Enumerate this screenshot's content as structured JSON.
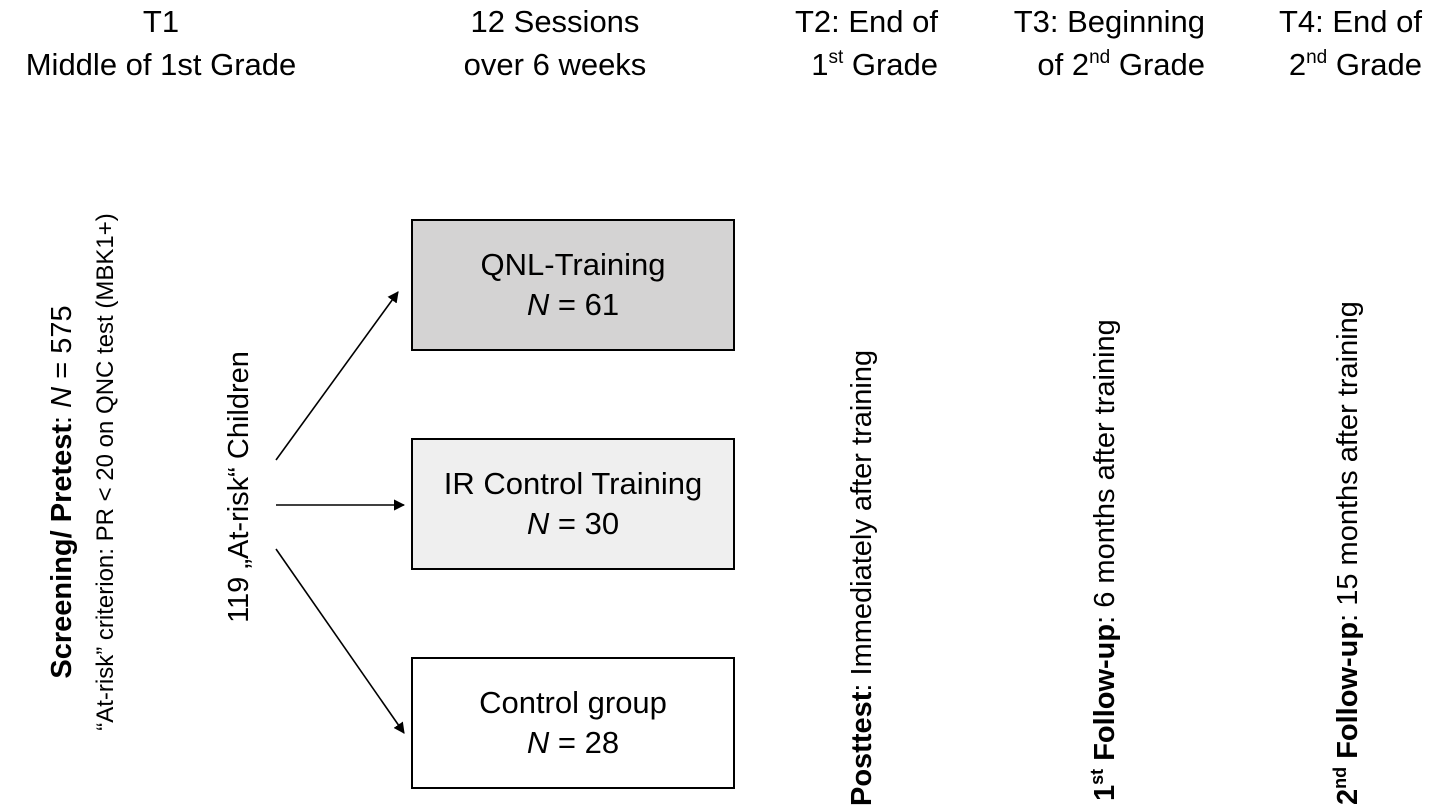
{
  "colors": {
    "qnl_fill": "#d4d3d3",
    "ir_fill": "#efefef",
    "control_fill": "#ffffff",
    "line": "#000000"
  },
  "headers": {
    "t1": {
      "line1": "T1",
      "line2": "Middle of 1st Grade"
    },
    "sessions": {
      "line1": "12 Sessions",
      "line2": "over 6 weeks"
    },
    "t2": {
      "line1": "T2: End of",
      "line2_num": "1",
      "line2_sup": "st",
      "line2_rest": " Grade"
    },
    "t3": {
      "line1": "T3: Beginning",
      "line2_pre": "of 2",
      "line2_sup": "nd",
      "line2_rest": " Grade"
    },
    "t4": {
      "line1": "T4: End of",
      "line2_num": "2",
      "line2_sup": "nd",
      "line2_rest": " Grade"
    }
  },
  "screening": {
    "bold": "Screening/ Pretest",
    "sep": ": ",
    "n_var": "N",
    "n_rest": " = 575",
    "criterion": "“At-risk” criterion: PR < 20 on QNC test (MBK1+)"
  },
  "at_risk": {
    "label": "119 „At-risk“ Children"
  },
  "groups": [
    {
      "name": "QNL-Training",
      "n_var": "N",
      "n_rest": " = 61"
    },
    {
      "name": "IR Control Training",
      "n_var": "N",
      "n_rest": " = 30"
    },
    {
      "name": "Control group",
      "n_var": "N",
      "n_rest": " = 28"
    }
  ],
  "posttest": {
    "bold": "Posttest",
    "rest": ": Immediately after training"
  },
  "followup1": {
    "num": "1",
    "sup": "st",
    "bold_rest": " Follow-up",
    "rest": ": 6 months after training"
  },
  "followup2": {
    "num": "2",
    "sup": "nd",
    "bold_rest": " Follow-up",
    "rest": ": 15 months after training"
  }
}
